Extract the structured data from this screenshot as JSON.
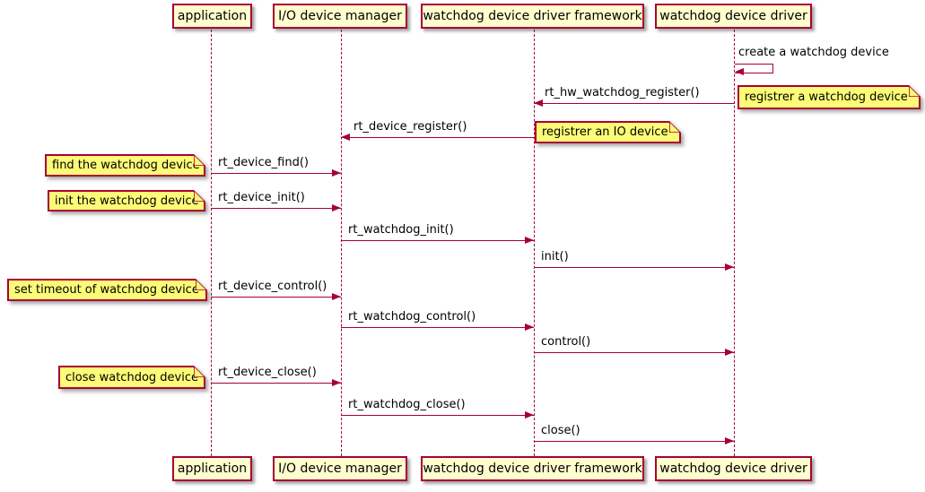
{
  "diagram_type": "sequence-diagram",
  "colors": {
    "background": "#FFFFFF",
    "participant_fill": "#FEFECE",
    "note_fill": "#FBFB77",
    "border_and_arrows": "#A80036",
    "text": "#000000"
  },
  "participants": [
    {
      "label": "application"
    },
    {
      "label": "I/O device manager"
    },
    {
      "label": "watchdog device driver framework"
    },
    {
      "label": "watchdog device driver"
    }
  ],
  "messages": [
    {
      "label": "create a watchdog device",
      "from": "watchdog device driver",
      "to": "watchdog device driver",
      "type": "self"
    },
    {
      "label": "rt_hw_watchdog_register()",
      "from": "watchdog device driver",
      "to": "watchdog device driver framework",
      "type": "call"
    },
    {
      "label": "rt_device_register()",
      "from": "watchdog device driver framework",
      "to": "I/O device manager",
      "type": "call"
    },
    {
      "label": "rt_device_find()",
      "from": "application",
      "to": "I/O device manager",
      "type": "call"
    },
    {
      "label": "rt_device_init()",
      "from": "application",
      "to": "I/O device manager",
      "type": "call"
    },
    {
      "label": "rt_watchdog_init()",
      "from": "I/O device manager",
      "to": "watchdog device driver framework",
      "type": "call"
    },
    {
      "label": "init()",
      "from": "watchdog device driver framework",
      "to": "watchdog device driver",
      "type": "call"
    },
    {
      "label": "rt_device_control()",
      "from": "application",
      "to": "I/O device manager",
      "type": "call"
    },
    {
      "label": "rt_watchdog_control()",
      "from": "I/O device manager",
      "to": "watchdog device driver framework",
      "type": "call"
    },
    {
      "label": "control()",
      "from": "watchdog device driver framework",
      "to": "watchdog device driver",
      "type": "call"
    },
    {
      "label": "rt_device_close()",
      "from": "application",
      "to": "I/O device manager",
      "type": "call"
    },
    {
      "label": "rt_watchdog_close()",
      "from": "I/O device manager",
      "to": "watchdog device driver framework",
      "type": "call"
    },
    {
      "label": "close()",
      "from": "watchdog device driver framework",
      "to": "watchdog device driver",
      "type": "call"
    }
  ],
  "notes": [
    {
      "label": "registrer a watchdog device",
      "side": "right",
      "anchor": "watchdog device driver"
    },
    {
      "label": "registrer an IO device",
      "side": "right",
      "anchor": "watchdog device driver framework"
    },
    {
      "label": "find the watchdog device",
      "side": "left",
      "anchor": "application"
    },
    {
      "label": "init the watchdog device",
      "side": "left",
      "anchor": "application"
    },
    {
      "label": "set timeout of watchdog device",
      "side": "left",
      "anchor": "application"
    },
    {
      "label": "close watchdog device",
      "side": "left",
      "anchor": "application"
    }
  ]
}
